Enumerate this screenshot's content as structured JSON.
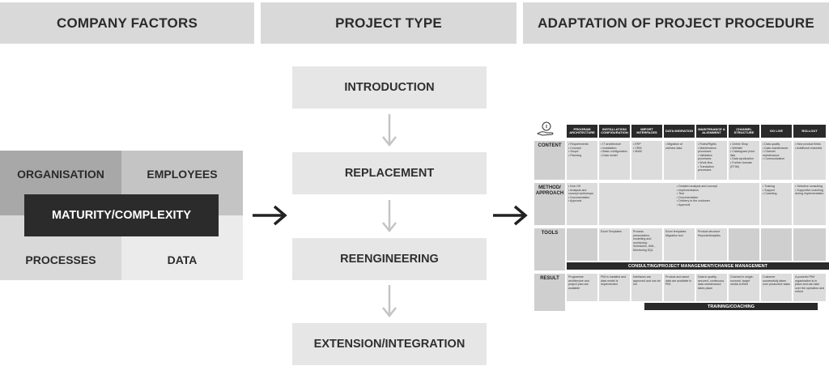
{
  "headers": {
    "company": "COMPANY FACTORS",
    "project": "PROJECT TYPE",
    "adaptation": "ADAPTATION OF PROJECT PROCEDURE"
  },
  "company_factors": {
    "organisation": "ORGANISATION",
    "employees": "EMPLOYEES",
    "processes": "PROCESSES",
    "data": "DATA",
    "center": "MATURITY/COMPLEXITY"
  },
  "project_types": [
    "INTRODUCTION",
    "REPLACEMENT",
    "REENGINEERING",
    "EXTENSION/INTEGRATION"
  ],
  "procedure": {
    "phases": [
      "PROGRAM ARCHITECTURE",
      "INSTALLATION/ CONFIGURATION",
      "IMPORT INTERFACES",
      "DATA MIGRATION",
      "MAINTENANCE & ALIGNMENT",
      "CHANNEL STRUCTURE",
      "GO LIVE",
      "ROLLOUT"
    ],
    "rows": [
      "CONTENT",
      "METHOD/ APPROACH",
      "TOOLS",
      "RESULT"
    ],
    "content": [
      [
        "Requirements",
        "Concept",
        "Scope",
        "Planning"
      ],
      [
        "IT architecture",
        "Installation",
        "Basic configuration",
        "Data model"
      ],
      [
        "ERP",
        "CRM",
        "MAM"
      ],
      [
        "Migration of old/new data"
      ],
      [
        "Roles/Rights",
        "Maintenance processes",
        "Validation processes",
        "Work flow",
        "Translation processes"
      ],
      [
        "Online Shop",
        "Website",
        "Catalogues/ price lists",
        "Data syndication",
        "Further formats (ETIM)"
      ],
      [
        "Data quality",
        "Data maintenance",
        "Channel maintenance",
        "Communication"
      ],
      [
        "New product fields",
        "Additional channels"
      ]
    ],
    "method_first": [
      "Kick Off",
      "Analysis and concept workshops",
      "Documentation",
      "Approval"
    ],
    "method_middle": [
      "Detailed analysis and concept",
      "Implementation",
      "Test",
      "Documentation",
      "Delivery to the customer",
      "Approval"
    ],
    "method_golive": [
      "Training",
      "Support",
      "Coaching"
    ],
    "method_rollout": [
      "Selective consulting",
      "Supportive coaching during implementation"
    ],
    "tools": [
      "",
      "Excel Templates",
      "Process presentation, modelling and monitoring: Schedules, UML, Monitoring SQL",
      "Excel templates Migration tool",
      "Product structure Reports/Analytics",
      "",
      "",
      ""
    ],
    "tools_band": "CONSULTING/PROJECT MANAGEMENT/CHANGE MANAGEMENT",
    "results": [
      "Programme architecture and project plan are available",
      "PIM is installed and data model is implemented",
      "Interfaces are approved and can be run",
      "Product and asset data are available in PIM",
      "Data in quality-secured, continuous data maintenance takes place",
      "Channel in single-sourced, target media is filled",
      "Customer successfully takes over productive tasks",
      "A powerful PIM organisation is in place and can take over the operation and rollout"
    ],
    "result_band": "TRAINING/COACHING"
  },
  "colors": {
    "header_bg": "#d9d9d9",
    "box_bg": "#e6e6e6",
    "dark": "#2a2a2a",
    "arrow": "#c4c4c4"
  }
}
